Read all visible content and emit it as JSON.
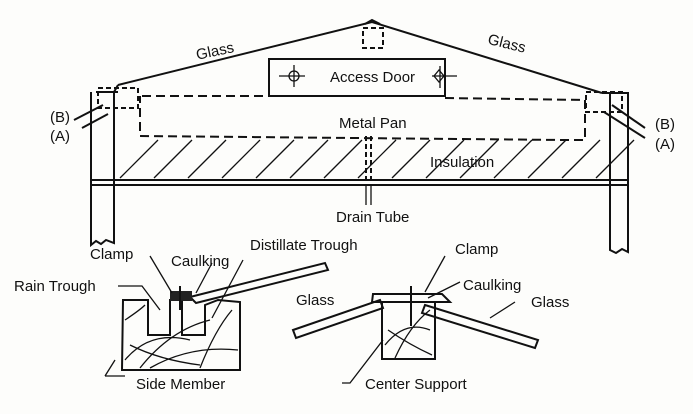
{
  "diagram": {
    "type": "engineering-cross-section",
    "subject": "solar still",
    "labels": {
      "glass_left": "Glass",
      "glass_right": "Glass",
      "access_door": "Access Door",
      "metal_pan": "Metal Pan",
      "insulation": "Insulation",
      "drain_tube": "Drain Tube",
      "b_left": "(B)",
      "a_left": "(A)",
      "b_right": "(B)",
      "a_right": "(A)"
    },
    "side_detail": {
      "clamp": "Clamp",
      "caulking": "Caulking",
      "distillate_trough": "Distillate Trough",
      "rain_trough": "Rain Trough",
      "glass": "Glass",
      "side_member": "Side Member"
    },
    "center_detail": {
      "clamp": "Clamp",
      "caulking": "Caulking",
      "glass": "Glass",
      "center_support": "Center Support"
    }
  }
}
